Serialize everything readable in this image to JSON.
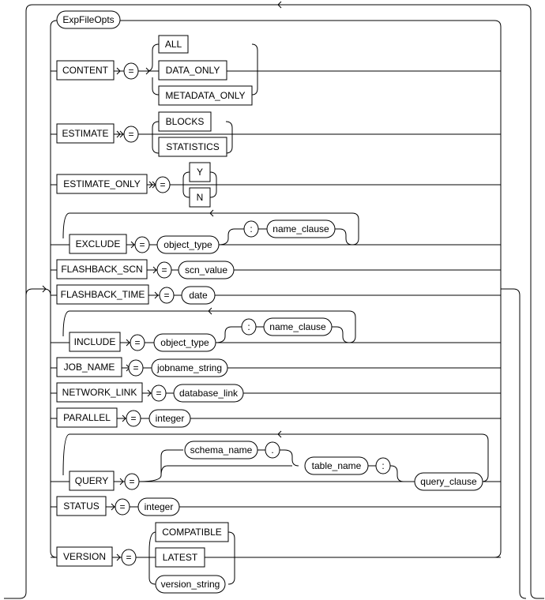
{
  "diagram": {
    "entry": "ExpFileOpts",
    "parameters": {
      "content": "CONTENT",
      "estimate": "ESTIMATE",
      "estimate_only": "ESTIMATE_ONLY",
      "exclude": "EXCLUDE",
      "flashback_scn": "FLASHBACK_SCN",
      "flashback_time": "FLASHBACK_TIME",
      "include": "INCLUDE",
      "job_name": "JOB_NAME",
      "network_link": "NETWORK_LINK",
      "parallel": "PARALLEL",
      "query": "QUERY",
      "status": "STATUS",
      "version": "VERSION"
    },
    "keywords": {
      "all": "ALL",
      "data_only": "DATA_ONLY",
      "metadata_only": "METADATA_ONLY",
      "blocks": "BLOCKS",
      "statistics": "STATISTICS",
      "y": "Y",
      "n": "N",
      "compatible": "COMPATIBLE",
      "latest": "LATEST"
    },
    "operators": {
      "equals": "=",
      "colon": ":",
      "dot": "."
    },
    "nonterminals": {
      "object_type": "object_type",
      "name_clause": "name_clause",
      "scn_value": "scn_value",
      "date": "date",
      "jobname_string": "jobname_string",
      "database_link": "database_link",
      "integer": "integer",
      "schema_name": "schema_name",
      "table_name": "table_name",
      "query_clause": "query_clause",
      "version_string": "version_string"
    }
  }
}
